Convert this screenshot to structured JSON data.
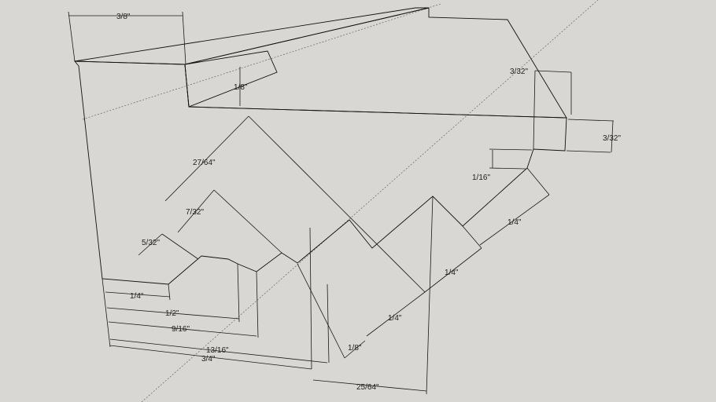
{
  "colors": {
    "background": "#d8d7d3",
    "front_face": "#ffffff",
    "top_face_dark": "#6e6e6e",
    "top_face_mid": "#8f8f8f",
    "edge": "#111111"
  },
  "dimensions": {
    "top_width": "3/8\"",
    "step_height": "1/8\"",
    "right_offset": "3/32\"",
    "right_height": "3/32\"",
    "notch_depth": "1/16\"",
    "diag_long": "27/64\"",
    "diag_mid": "7/32\"",
    "diag_short": "5/32\"",
    "tooth_a": "1/4\"",
    "tooth_b": "1/4\"",
    "tooth_c": "1/4\"",
    "tooth_small": "1/8\"",
    "base_quarter": "1/4\"",
    "base_half": "1/2\"",
    "base_nine_sixteenths": "9/16\"",
    "base_thirteen_sixteenths": "13/16\"",
    "base_three_quarters": "3/4\"",
    "base_twenty_five_sixty_fourths": "25/64\""
  }
}
